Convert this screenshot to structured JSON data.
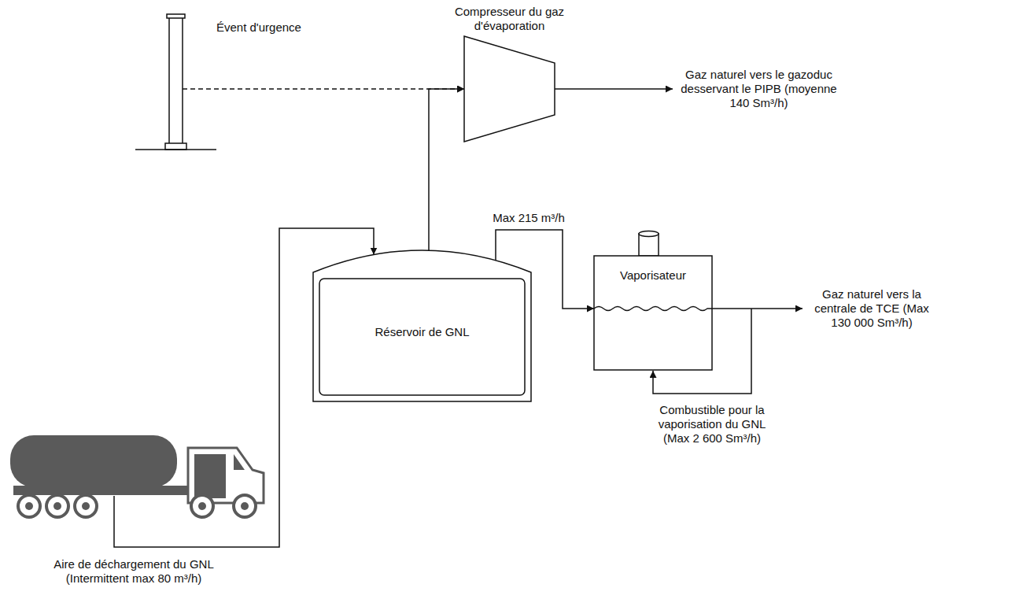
{
  "diagram": {
    "nodes": [
      {
        "text": [
          "Évent d'urgence"
        ]
      },
      {
        "text": [
          "Compresseur du gaz d'évaporation"
        ]
      },
      {
        "text": [
          "Réservoir de GNL"
        ]
      },
      {
        "text": [
          "Vaporisateur"
        ]
      },
      {
        "text": [
          "Aire de déchargement du GNL (Intermittent max 80 m³/h)"
        ]
      }
    ],
    "edges": [
      {
        "from": 0,
        "to": 1,
        "arrow": "to"
      },
      {
        "from": 2,
        "to": 1,
        "arrow": "to"
      },
      {
        "from": 4,
        "to": 2,
        "arrow": "to"
      },
      {
        "from": 2,
        "to": 3,
        "label": "Max 215 m³/h",
        "arrow": "to"
      }
    ],
    "labels": [
      "Gaz naturel vers le gazoduc desservant le PIPB (moyenne 140 Sm³/h)",
      "Gaz naturel vers la centrale de TCE (Max 130 000 Sm³/h)",
      "Combustible pour la vaporisation du GNL (Max 2 600 Sm³/h)"
    ]
  }
}
